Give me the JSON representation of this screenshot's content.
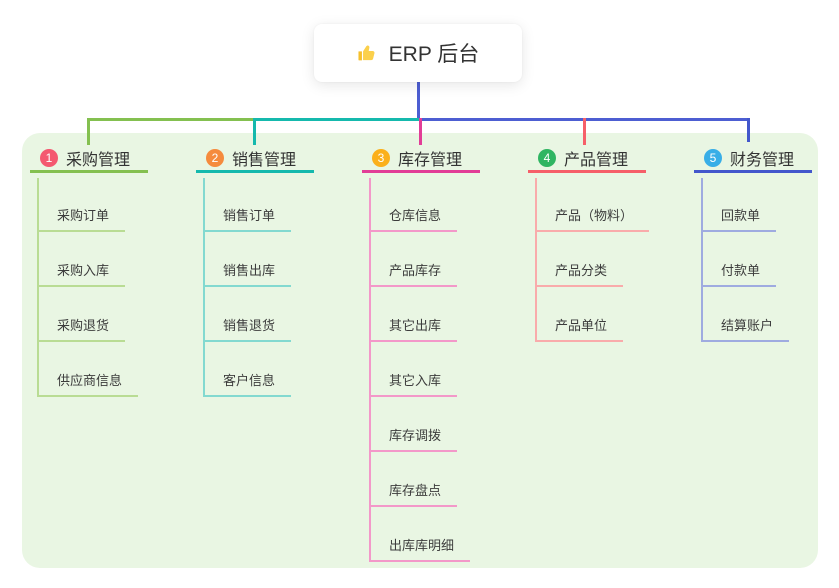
{
  "root": {
    "icon": "thumbs-up-icon",
    "title": "ERP 后台"
  },
  "connector_color": "#4d5ed2",
  "panel_color": "#e9f6e3",
  "branches": [
    {
      "badge": "1",
      "name": "purchase",
      "title": "采购管理",
      "color": "#84c050",
      "light_color": "#b9dc94",
      "badge_color": "#f45870",
      "items": [
        "采购订单",
        "采购入库",
        "采购退货",
        "供应商信息"
      ]
    },
    {
      "badge": "2",
      "name": "sales",
      "title": "销售管理",
      "color": "#15b9ad",
      "light_color": "#83d9d0",
      "badge_color": "#f58b3d",
      "items": [
        "销售订单",
        "销售出库",
        "销售退货",
        "客户信息"
      ]
    },
    {
      "badge": "3",
      "name": "inventory",
      "title": "库存管理",
      "color": "#e23d97",
      "light_color": "#f398c9",
      "badge_color": "#fbb01b",
      "items": [
        "仓库信息",
        "产品库存",
        "其它出库",
        "其它入库",
        "库存调拨",
        "库存盘点",
        "出库库明细"
      ]
    },
    {
      "badge": "4",
      "name": "product",
      "title": "产品管理",
      "color": "#f65f69",
      "light_color": "#f9abab",
      "badge_color": "#2fb562",
      "items": [
        "产品（物料）",
        "产品分类",
        "产品单位"
      ]
    },
    {
      "badge": "5",
      "name": "finance",
      "title": "财务管理",
      "color": "#4357cc",
      "light_color": "#9fabe0",
      "badge_color": "#38aee7",
      "items": [
        "回款单",
        "付款单",
        "结算账户"
      ]
    }
  ]
}
